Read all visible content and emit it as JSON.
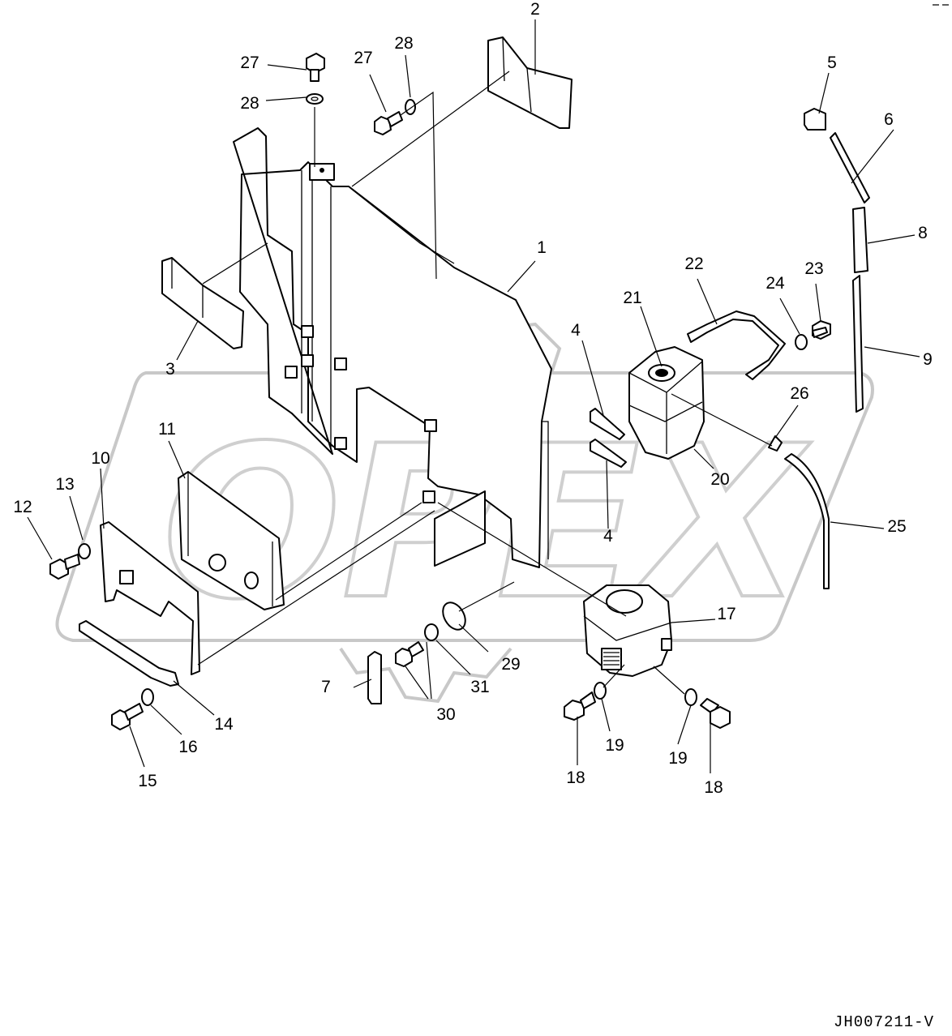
{
  "diagram": {
    "drawing_code": "JH007211-V",
    "watermark_text": "OPEX",
    "callouts": [
      {
        "id": "c1",
        "label": "1"
      },
      {
        "id": "c2",
        "label": "2"
      },
      {
        "id": "c3",
        "label": "3"
      },
      {
        "id": "c4a",
        "label": "4"
      },
      {
        "id": "c4b",
        "label": "4"
      },
      {
        "id": "c5",
        "label": "5"
      },
      {
        "id": "c6",
        "label": "6"
      },
      {
        "id": "c7",
        "label": "7"
      },
      {
        "id": "c8",
        "label": "8"
      },
      {
        "id": "c9",
        "label": "9"
      },
      {
        "id": "c10",
        "label": "10"
      },
      {
        "id": "c11",
        "label": "11"
      },
      {
        "id": "c12",
        "label": "12"
      },
      {
        "id": "c13",
        "label": "13"
      },
      {
        "id": "c14",
        "label": "14"
      },
      {
        "id": "c15",
        "label": "15"
      },
      {
        "id": "c16",
        "label": "16"
      },
      {
        "id": "c17",
        "label": "17"
      },
      {
        "id": "c18a",
        "label": "18"
      },
      {
        "id": "c18b",
        "label": "18"
      },
      {
        "id": "c19a",
        "label": "19"
      },
      {
        "id": "c19b",
        "label": "19"
      },
      {
        "id": "c20",
        "label": "20"
      },
      {
        "id": "c21",
        "label": "21"
      },
      {
        "id": "c22",
        "label": "22"
      },
      {
        "id": "c23",
        "label": "23"
      },
      {
        "id": "c24",
        "label": "24"
      },
      {
        "id": "c25",
        "label": "25"
      },
      {
        "id": "c26",
        "label": "26"
      },
      {
        "id": "c27a",
        "label": "27"
      },
      {
        "id": "c27b",
        "label": "27"
      },
      {
        "id": "c28a",
        "label": "28"
      },
      {
        "id": "c28b",
        "label": "28"
      },
      {
        "id": "c29",
        "label": "29"
      },
      {
        "id": "c30",
        "label": "30"
      },
      {
        "id": "c31",
        "label": "31"
      }
    ]
  }
}
